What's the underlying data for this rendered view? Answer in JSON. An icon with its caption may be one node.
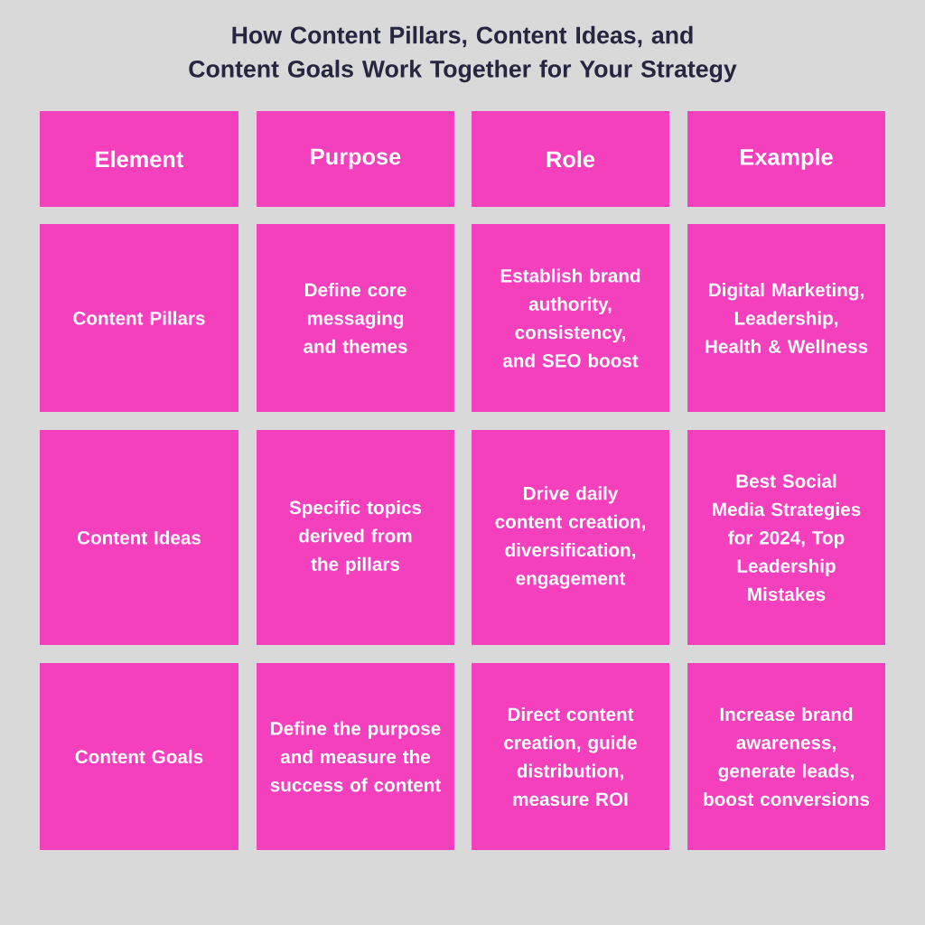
{
  "diagram": {
    "title": "How Content Pillars, Content Ideas, and Content Goals Work Together for Your Strategy",
    "nodes": [
      {
        "text": [
          "Element"
        ]
      },
      {
        "text": [
          "Purpose"
        ]
      },
      {
        "text": [
          "Role"
        ]
      },
      {
        "text": [
          "Example"
        ]
      },
      {
        "text": [
          "Content Pillars"
        ]
      },
      {
        "text": [
          "Define core messaging and themes"
        ]
      },
      {
        "text": [
          "Establish brand authority, consistency, and SEO boost"
        ]
      },
      {
        "text": [
          "Digital Marketing, Leadership, Health & Wellness"
        ]
      },
      {
        "text": [
          "Content Ideas"
        ]
      },
      {
        "text": [
          "Specific topics derived from the pillars"
        ]
      },
      {
        "text": [
          "Drive daily content creation, diversification, engagement"
        ]
      },
      {
        "text": [
          "Best Social Media Strategies for 2024, Top Leadership Mistakes"
        ]
      },
      {
        "text": [
          "Content Goals"
        ]
      },
      {
        "text": [
          "Define the purpose and measure the success of content"
        ]
      },
      {
        "text": [
          "Direct content creation, guide distribution, measure ROI"
        ]
      },
      {
        "text": [
          "Increase brand awareness, generate leads, boost conversions"
        ]
      }
    ]
  }
}
